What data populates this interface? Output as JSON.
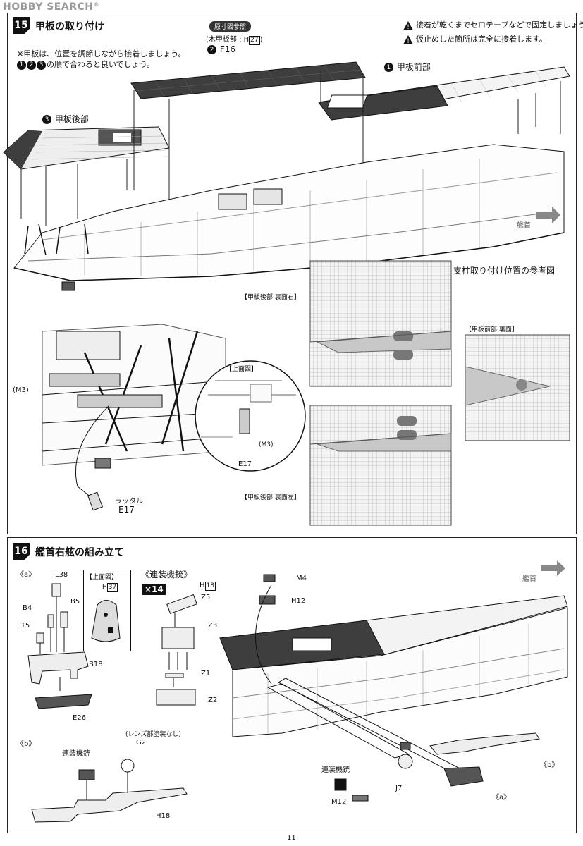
{
  "watermark": {
    "text": "HOBBY SEARCH",
    "reg": "®"
  },
  "step15": {
    "number": "15",
    "title": "甲板の取り付け",
    "note_line1": "※甲板は、位置を調節しながら接着しましょう。",
    "note_line2": "の順で合わると良いでしょう。",
    "order_badges": [
      "1",
      "2",
      "3"
    ],
    "warnings": [
      "接着が乾くまでセロテープなどで固定しましょう。",
      "仮止めした箇所は完全に接着します。"
    ],
    "ref_pill": "原寸図参照",
    "ref_text": "(木甲板部 : H",
    "ref_num": "27",
    "ref_close": ")",
    "deck_mid_num": "2",
    "deck_mid_part": "F16",
    "deck_front_num": "1",
    "deck_front_label": "甲板前部",
    "deck_rear_num": "3",
    "deck_rear_label": "甲板後部",
    "bow_label": "艦首",
    "ref_title": "支柱取り付け位置の参考図",
    "ref_rear_right": "【甲板後部 裏面右】",
    "ref_front_under": "【甲板前部 裏面】",
    "ref_rear_left": "【甲板後部 裏面左】",
    "detail_m3": "(M3)",
    "top_view": "【上面図】",
    "top_m3": "(M3)",
    "top_e17": "E17",
    "ladder_label": "ラッタル",
    "ladder_part": "E17"
  },
  "step16": {
    "number": "16",
    "title": "艦首右舷の組み立て",
    "a_label": "《a》",
    "b_label": "《b》",
    "top_view": "【上面図】",
    "top_h": "H",
    "top_h_num": "37",
    "gun_title": "《連装機銃》",
    "x14": "×14",
    "gun_h": "H",
    "gun_h_num": "18",
    "parts_a": [
      "L38",
      "B4",
      "B5",
      "L15",
      "B18",
      "E26"
    ],
    "parts_gun": [
      "Z5",
      "Z3",
      "Z1",
      "Z2"
    ],
    "b_gun_label": "連装機銃",
    "b_lens": "(レンズ部塗装なし)",
    "b_g2": "G2",
    "b_h18": "H18",
    "main_m4": "M4",
    "main_h12": "H12",
    "main_bow": "艦首",
    "main_gun_label": "連装機銃",
    "main_j7": "J7",
    "main_m12": "M12",
    "main_a": "《a》",
    "main_b": "《b》"
  },
  "page_number": "11"
}
